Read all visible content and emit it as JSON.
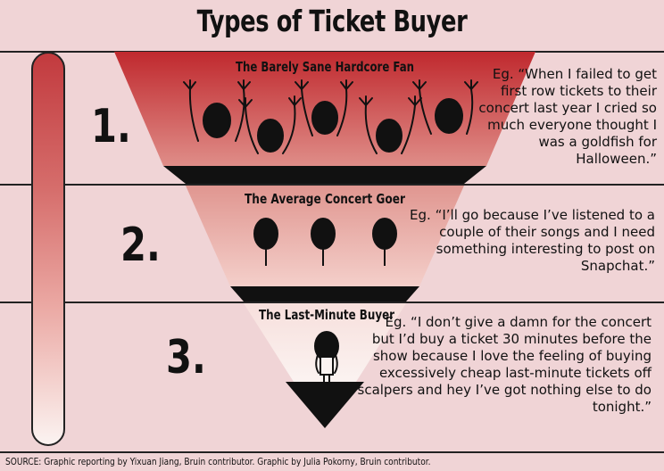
{
  "title": "Types of Ticket Buyer",
  "tiers": [
    {
      "number": "1.",
      "label": "The Barely Sane Hardcore Fan",
      "example_lines": [
        "Eg. “When I failed to get",
        "first row tickets to their",
        "concert last year I cried so",
        "much everyone thought I",
        "was a goldfish for",
        "Halloween.”"
      ]
    },
    {
      "number": "2.",
      "label": "The Average Concert Goer",
      "example_lines": [
        "Eg. “I’ll go because I’ve listened to a",
        "couple of their songs and I need",
        "something interesting to post on",
        "Snapchat.”"
      ]
    },
    {
      "number": "3.",
      "label": "The Last-Minute Buyer",
      "example_lines": [
        "Eg. “I don’t give a damn for the concert",
        "but I’d buy a ticket 30 minutes before the",
        "show because I love the feeling of buying",
        "excessively cheap last-minute tickets off",
        "scalpers and hey I’ve got nothing else to do",
        "tonight.”"
      ]
    }
  ],
  "source": "SOURCE: Graphic reporting by Yixuan Jiang, Bruin contributor. Graphic by Julia Pokorny, Bruin contributor.",
  "colors": {
    "background": "#f0d4d6",
    "tier1_top": "#c0292e",
    "tier3_bottom": "#fbf0ee",
    "ink": "#111111"
  }
}
